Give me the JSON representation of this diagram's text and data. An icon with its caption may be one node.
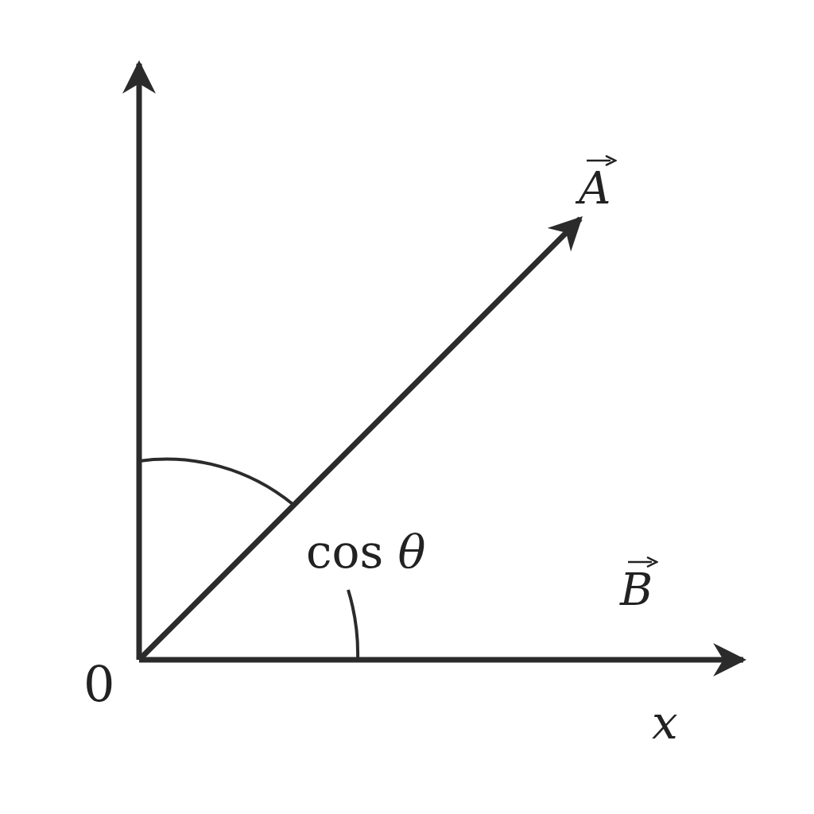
{
  "diagram": {
    "labels": [
      "A",
      "cos *θ*",
      "B",
      "0",
      "x"
    ]
  }
}
